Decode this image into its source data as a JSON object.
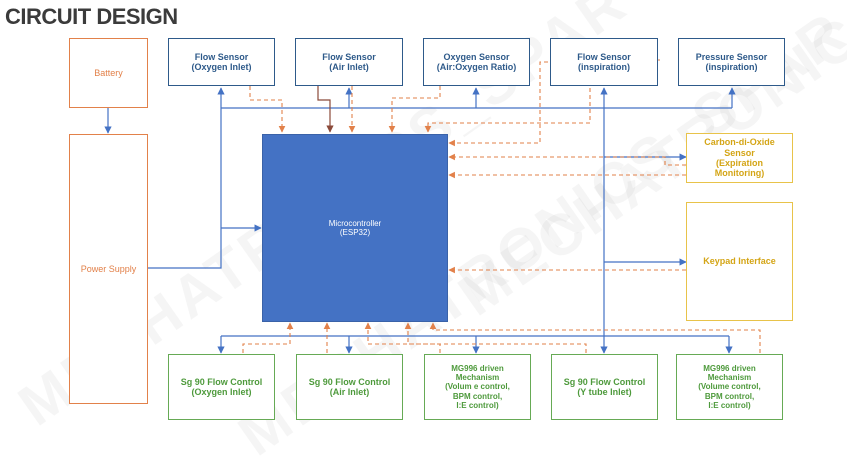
{
  "title": "CIRCUIT DESIGN",
  "watermark": "MECHATRONICS_SPAR",
  "colors": {
    "sensor_blue": "#2e5a8a",
    "mcu_blue": "#4472c4",
    "orange": "#e2814a",
    "gold": "#d4a516",
    "green": "#4e9a3c"
  },
  "boxes": {
    "battery": "Battery",
    "power_supply": "Power Supply",
    "flow_sensor_oxygen": "Flow Sensor\n(Oxygen Inlet)",
    "flow_sensor_air": "Flow Sensor\n(Air Inlet)",
    "oxygen_sensor": "Oxygen Sensor\n(Air:Oxygen Ratio)",
    "flow_sensor_inspiration": "Flow Sensor\n(inspiration)",
    "pressure_sensor": "Pressure Sensor\n(inspiration)",
    "co2_sensor": "Carbon-di-Oxide\nSensor\n(Expiration\nMonitoring)",
    "keypad": "Keypad Interface",
    "microcontroller": "Microcontroller\n(ESP32)",
    "sg90_oxygen": "Sg 90 Flow Control\n(Oxygen Inlet)",
    "sg90_air": "Sg 90 Flow Control\n(Air Inlet)",
    "mg996_1": "MG996 driven\nMechanism\n(Volum e control,\nBPM control,\nI:E control)",
    "sg90_ytube": "Sg 90 Flow Control\n(Y tube Inlet)",
    "mg996_2": "MG996 driven\nMechanism\n(Volume control,\nBPM control,\nI:E control)"
  }
}
